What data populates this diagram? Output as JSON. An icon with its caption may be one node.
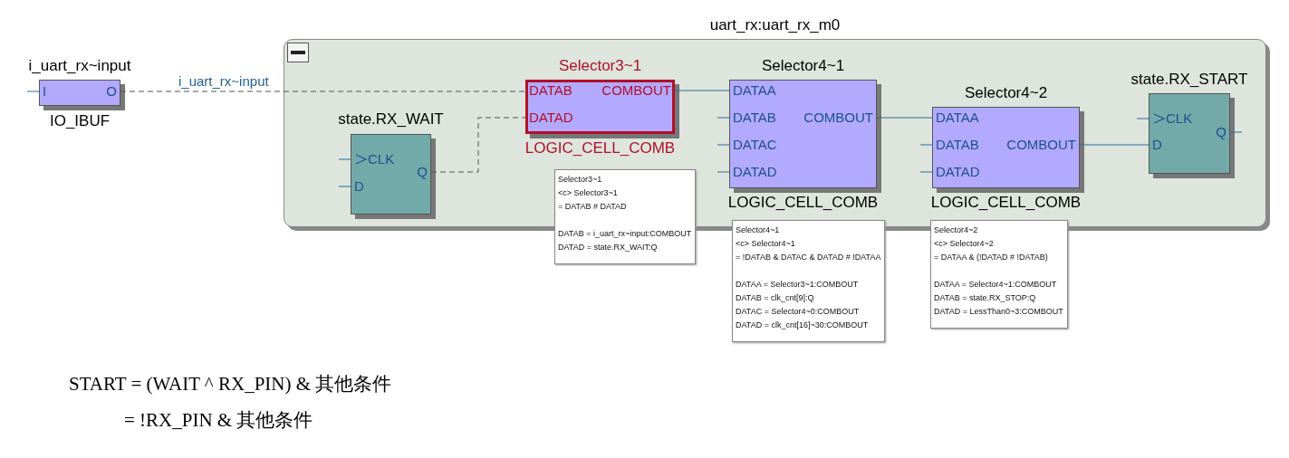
{
  "diagram": {
    "nodes": [
      {
        "text": [
          "i_uart_rx~input",
          "I",
          "O",
          "IO_IBUF"
        ]
      },
      {
        "text": [
          "uart_rx:uart_rx_m0"
        ]
      },
      {
        "text": [
          "state.RX_WAIT",
          "CLK",
          "D",
          "Q"
        ],
        "in": 1
      },
      {
        "text": [
          "Selector3~1",
          "DATAB",
          "DATAD",
          "COMBOUT",
          "LOGIC_CELL_COMB"
        ],
        "in": 1
      },
      {
        "text": [
          "Selector4~1",
          "DATAA",
          "DATAB",
          "DATAC",
          "DATAD",
          "COMBOUT",
          "LOGIC_CELL_COMB"
        ],
        "in": 1
      },
      {
        "text": [
          "Selector4~2",
          "DATAA",
          "DATAB",
          "DATAD",
          "COMBOUT",
          "LOGIC_CELL_COMB"
        ],
        "in": 1
      },
      {
        "text": [
          "state.RX_START",
          "CLK",
          "D",
          "Q"
        ],
        "in": 1
      },
      {
        "text": [
          "Selector3~1",
          "<c> Selector3~1",
          "= DATAB # DATAD",
          "DATAB = i_uart_rx~input:COMBOUT",
          "DATAD = state.RX_WAIT:Q"
        ]
      },
      {
        "text": [
          "Selector4~1",
          "<c> Selector4~1",
          "= !DATAB & DATAC & DATAD # !DATAA",
          "DATAA = Selector3~1:COMBOUT",
          "DATAB = clk_cnt[9]:Q",
          "DATAC = Selector4~0:COMBOUT",
          "DATAD = clk_cnt[16]~30:COMBOUT"
        ]
      },
      {
        "text": [
          "Selector4~2",
          "<c> Selector4~2",
          "= DATAA & (!DATAD # !DATAB)",
          "DATAA = Selector4~1:COMBOUT",
          "DATAB = state.RX_STOP:Q",
          "DATAD = LessThan0~3:COMBOUT"
        ]
      }
    ],
    "edges": [
      {
        "from": null,
        "to": 0,
        "arrow": "none"
      },
      {
        "from": 0,
        "to": 3,
        "arrow": "none",
        "label": "i_uart_rx~input",
        "style": "dashed",
        "color": "#555555"
      },
      {
        "from": null,
        "to": 2,
        "arrow": "none"
      },
      {
        "from": null,
        "to": 2,
        "arrow": "none"
      },
      {
        "from": 2,
        "to": 3,
        "arrow": "none",
        "style": "dashed",
        "color": "#555555"
      },
      {
        "from": 3,
        "to": 4,
        "arrow": "none"
      },
      {
        "from": null,
        "to": 4,
        "arrow": "none"
      },
      {
        "from": null,
        "to": 4,
        "arrow": "none"
      },
      {
        "from": null,
        "to": 4,
        "arrow": "none"
      },
      {
        "from": 4,
        "to": 5,
        "arrow": "none"
      },
      {
        "from": null,
        "to": 5,
        "arrow": "none"
      },
      {
        "from": null,
        "to": 5,
        "arrow": "none"
      },
      {
        "from": null,
        "to": 6,
        "arrow": "none"
      },
      {
        "from": 5,
        "to": 6,
        "arrow": "none"
      },
      {
        "from": 6,
        "to": null,
        "arrow": "none"
      }
    ],
    "labels": [
      "START = (WAIT ^ RX_PIN) & 其他条件",
      "= !RX_PIN & 其他条件"
    ]
  }
}
